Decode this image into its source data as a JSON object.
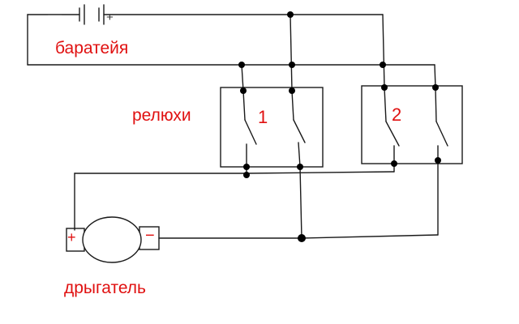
{
  "labels": {
    "battery": "баратейя",
    "relays": "релюхи",
    "relay1_number": "1",
    "relay2_number": "2",
    "motor": "дрыгатель",
    "battery_minus": "—",
    "battery_plus": "+",
    "motor_plus": "+",
    "motor_minus": "−"
  },
  "colors": {
    "label_text": "#e01010",
    "wires": "#1a1a1a",
    "background": "#ffffff"
  }
}
